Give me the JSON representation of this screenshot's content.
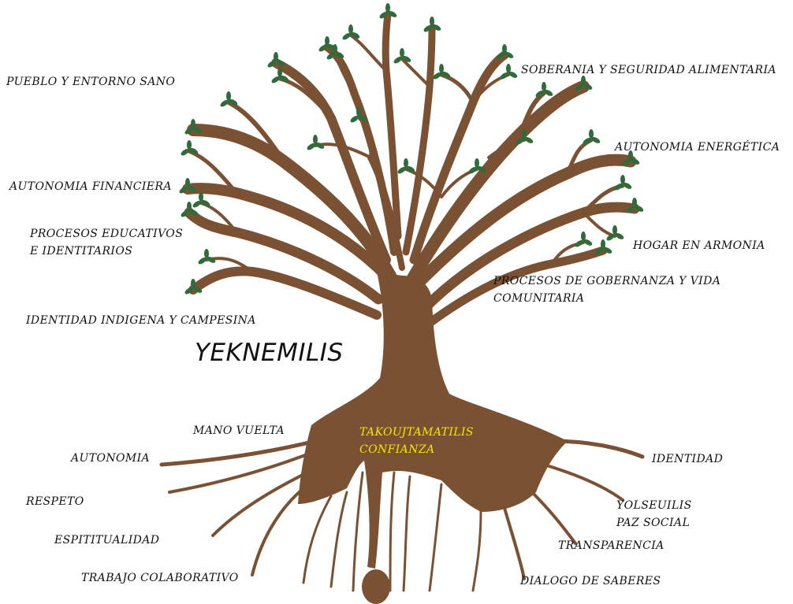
{
  "title": "YEKNEMILIS",
  "colors": {
    "trunk": "#7b5133",
    "leaf": "#2f6b3b",
    "highlight_text": "#f2e600",
    "text": "#111111"
  },
  "branch_labels": [
    "PUEBLO Y ENTORNO SANO",
    "AUTONOMIA FINANCIERA",
    "PROCESOS EDUCATIVOS\nE IDENTITARIOS",
    "IDENTIDAD INDIGENA Y CAMPESINA",
    "SOBERANIA Y SEGURIDAD ALIMENTARIA",
    "AUTONOMIA ENERGÉTICA",
    "HOGAR EN ARMONIA",
    "PROCESOS DE GOBERNANZA Y VIDA\nCOMUNITARIA"
  ],
  "root_labels": [
    "MANO VUELTA",
    "AUTONOMIA",
    "RESPETO",
    "ESPITITUALIDAD",
    "TRABAJO COLABORATIVO",
    "IDENTIDAD",
    "YOLSEUILIS\nPAZ SOCIAL",
    "TRANSPARENCIA",
    "DIALOGO DE SABERES"
  ],
  "trunk_label": "TAKOUJTAMATILIS\nCONFIANZA"
}
